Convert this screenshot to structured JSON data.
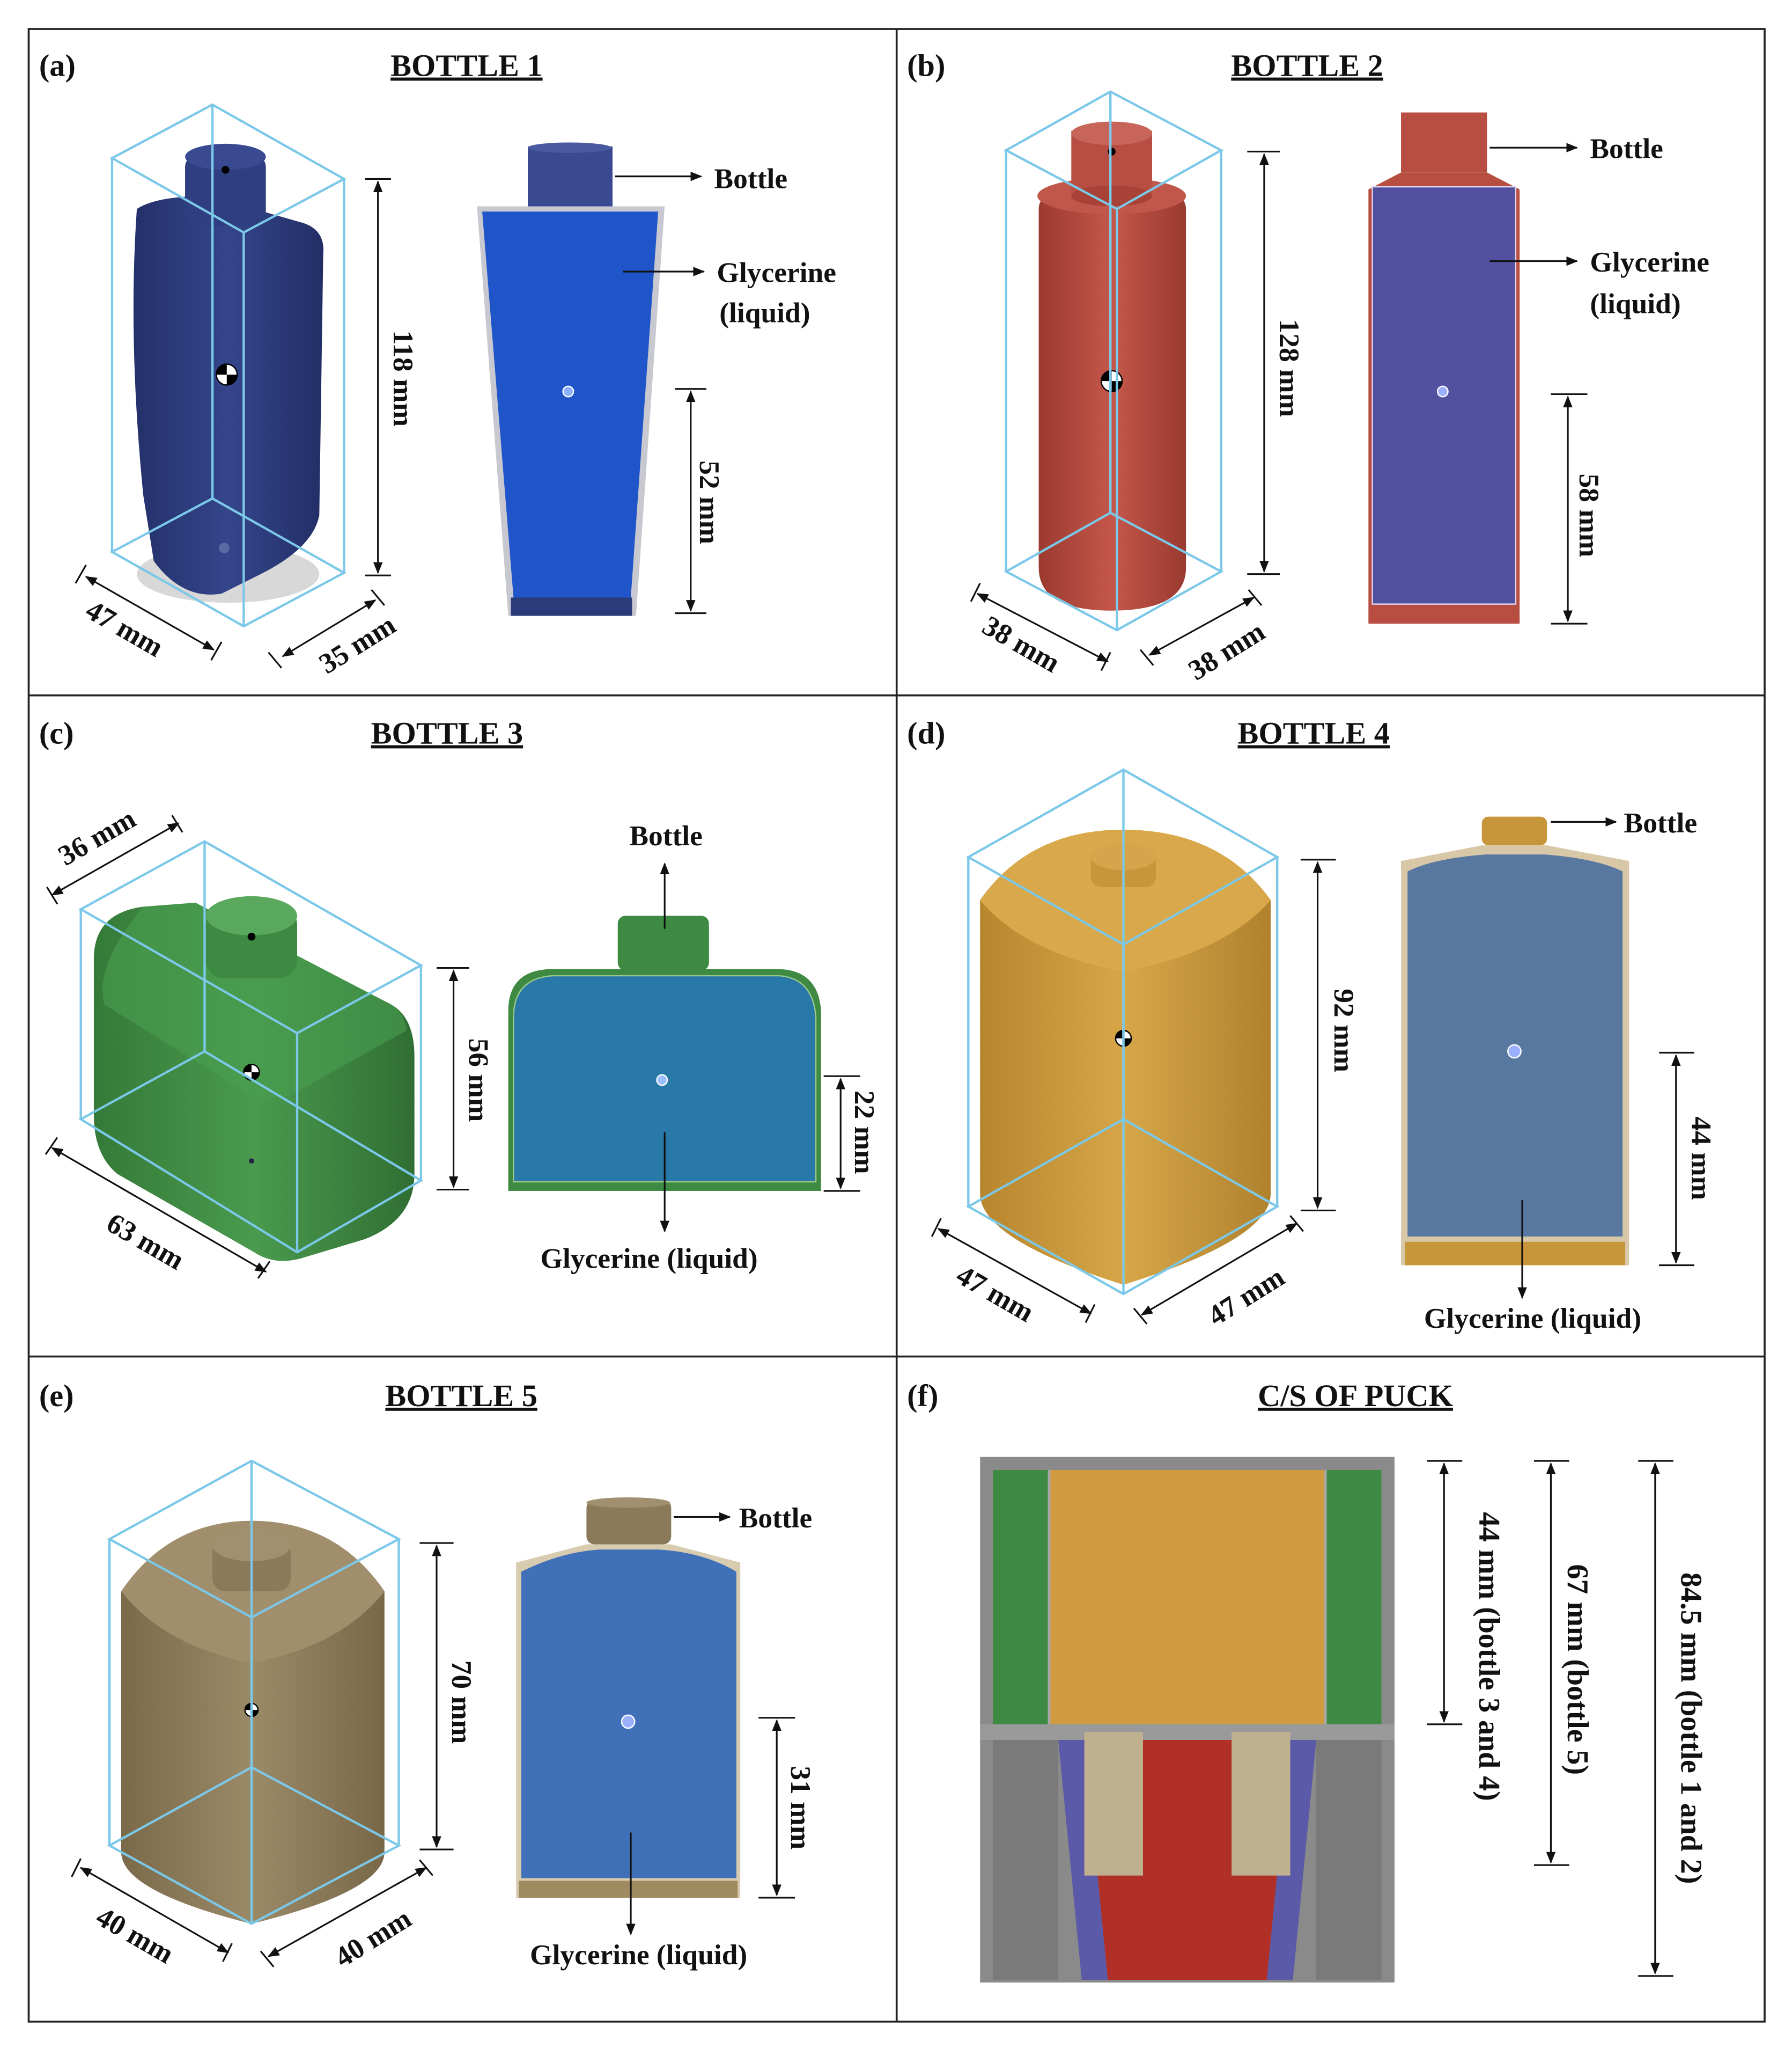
{
  "panels": {
    "a": {
      "letter": "(a)",
      "title": "BOTTLE 1",
      "height": "118 mm",
      "width": "47 mm",
      "depth": "35 mm",
      "level": "52 mm",
      "bottle": "Bottle",
      "liquid1": "Glycerine",
      "liquid2": "(liquid)"
    },
    "b": {
      "letter": "(b)",
      "title": "BOTTLE 2",
      "height": "128 mm",
      "width": "38 mm",
      "depth": "38 mm",
      "level": "58 mm",
      "bottle": "Bottle",
      "liquid1": "Glycerine",
      "liquid2": "(liquid)"
    },
    "c": {
      "letter": "(c)",
      "title": "BOTTLE 3",
      "height": "56 mm",
      "width": "63 mm",
      "depth": "36 mm",
      "level": "22 mm",
      "bottle": "Bottle",
      "liquid": "Glycerine (liquid)"
    },
    "d": {
      "letter": "(d)",
      "title": "BOTTLE 4",
      "height": "92 mm",
      "width": "47 mm",
      "depth": "47 mm",
      "level": "44 mm",
      "bottle": "Bottle",
      "liquid": "Glycerine (liquid)"
    },
    "e": {
      "letter": "(e)",
      "title": "BOTTLE 5",
      "height": "70 mm",
      "width": "40 mm",
      "depth": "40 mm",
      "level": "31 mm",
      "bottle": "Bottle",
      "liquid": "Glycerine (liquid)"
    },
    "f": {
      "letter": "(f)",
      "title": "C/S OF PUCK",
      "dim1": "44 mm (bottle 3 and 4)",
      "dim2": "67 mm (bottle 5)",
      "dim3": "84.5 mm (bottle 1 and 2)"
    }
  },
  "colors": {
    "bottle1": "#2b3a78",
    "liquid1": "#1f55c8",
    "bottle2": "#b8493e",
    "liquid2": "#5450a0",
    "bottle3": "#3e8a42",
    "liquid3": "#2878a8",
    "bottle4": "#c8963a",
    "liquid4": "#5878a0",
    "bottle5": "#8a7a5a",
    "liquid5": "#4070b8",
    "box": "#7cc8e8",
    "puck_grey": "#8a8a8a",
    "puck_red": "#b03028",
    "puck_orange": "#d09a40",
    "puck_green": "#3e8a42"
  }
}
